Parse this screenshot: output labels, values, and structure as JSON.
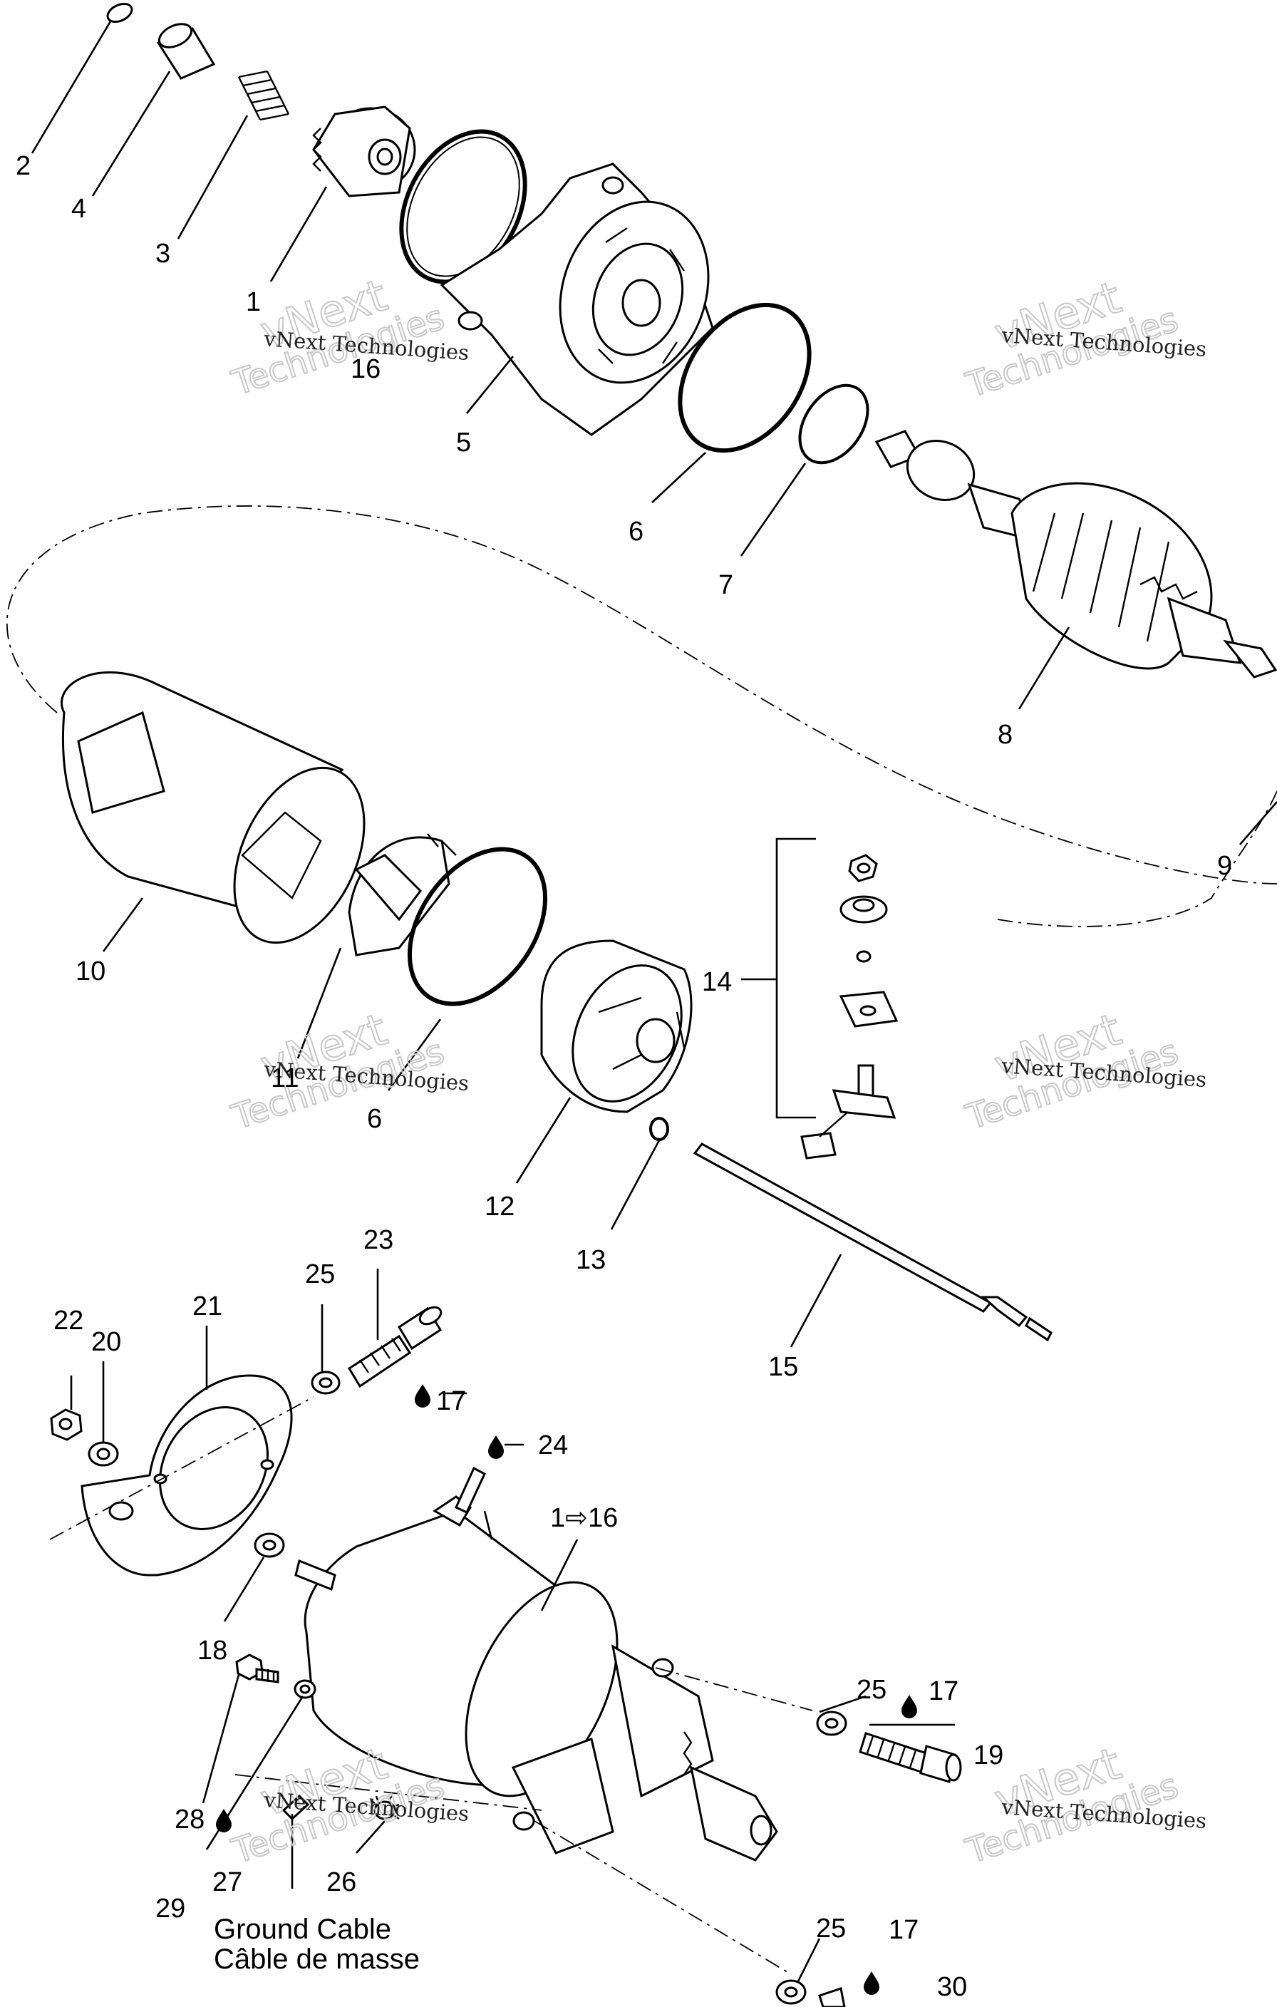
{
  "diagram": {
    "callouts": [
      "1",
      "2",
      "3",
      "4",
      "5",
      "6",
      "7",
      "8",
      "9",
      "10",
      "11",
      "6",
      "12",
      "13",
      "14",
      "15",
      "16",
      "17",
      "17",
      "17",
      "18",
      "19",
      "20",
      "21",
      "22",
      "23",
      "24",
      "25",
      "25",
      "25",
      "26",
      "27",
      "28",
      "29",
      "30",
      "1⇨16"
    ],
    "ground_cable": {
      "line1": "Ground Cable",
      "line2": "Câble de masse"
    },
    "watermark": {
      "line1": "vNext Technologies",
      "line2": "vNext",
      "line3": "Technologies"
    },
    "icons": {
      "grease": "drop-icon",
      "arrow": "outline-arrow-icon"
    }
  }
}
